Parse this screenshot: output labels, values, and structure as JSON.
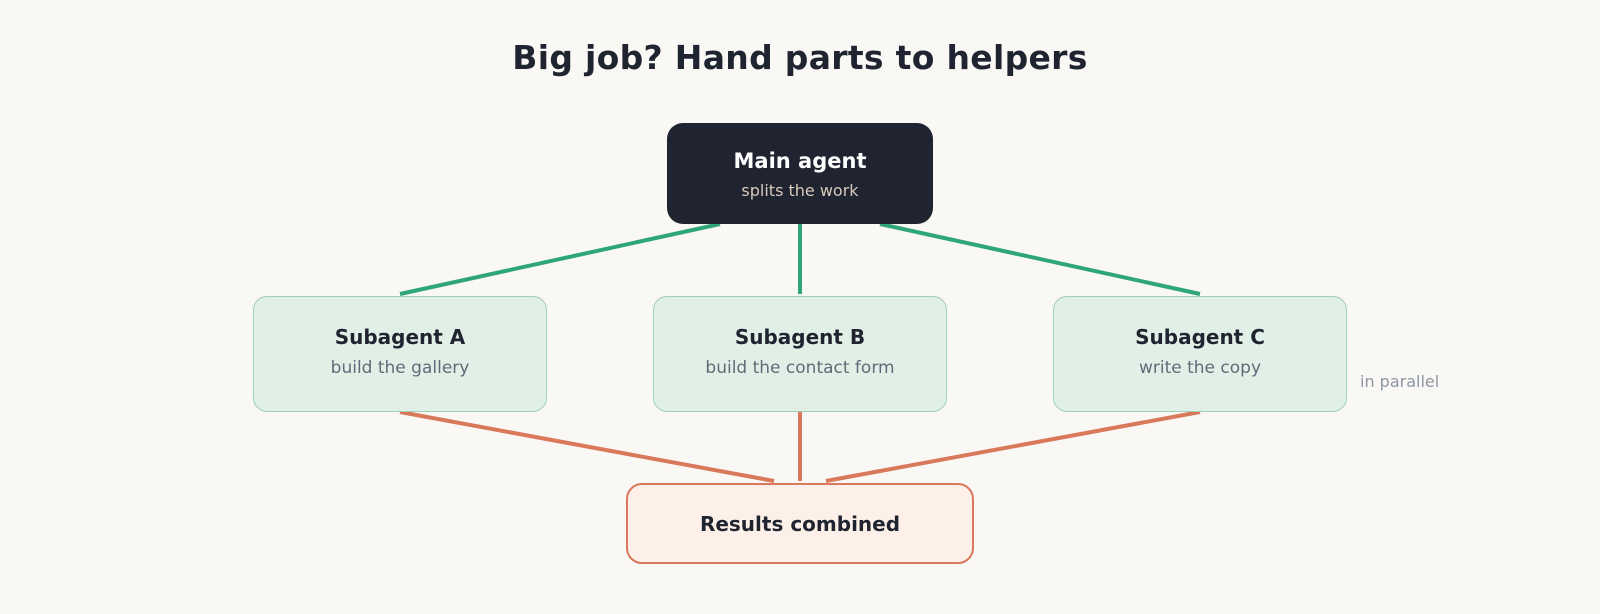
{
  "title": "Big job? Hand parts to helpers",
  "main_agent": {
    "title": "Main agent",
    "subtitle": "splits the work"
  },
  "subagents": [
    {
      "title": "Subagent A",
      "subtitle": "build the gallery"
    },
    {
      "title": "Subagent B",
      "subtitle": "build the contact form"
    },
    {
      "title": "Subagent C",
      "subtitle": "write the copy"
    }
  ],
  "parallel_note": "in parallel",
  "result": {
    "title": "Results combined"
  },
  "colors": {
    "background": "#f9f8f5",
    "main_node": "#1f2430",
    "subagent_fill": "#e1f0e7",
    "split_line": "#2fa57a",
    "combine_line": "#d9785a",
    "result_fill": "#fdf0e8"
  }
}
